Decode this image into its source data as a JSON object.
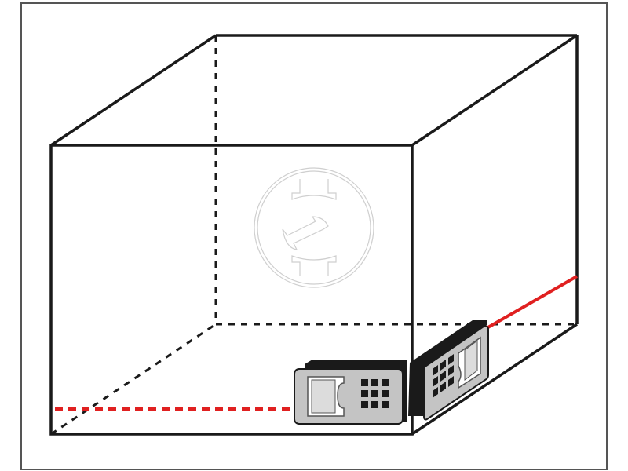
{
  "diagram": {
    "colors": {
      "outline": "#1a1a1a",
      "laser": "#e02020",
      "device_body": "#c4c4c4",
      "device_shell": "#1a1a1a",
      "watermark": "#d0d0d0",
      "frame": "#555555"
    },
    "icons": [
      "laser-distance-meter-front",
      "laser-distance-meter-side",
      "watermark-logo"
    ]
  }
}
